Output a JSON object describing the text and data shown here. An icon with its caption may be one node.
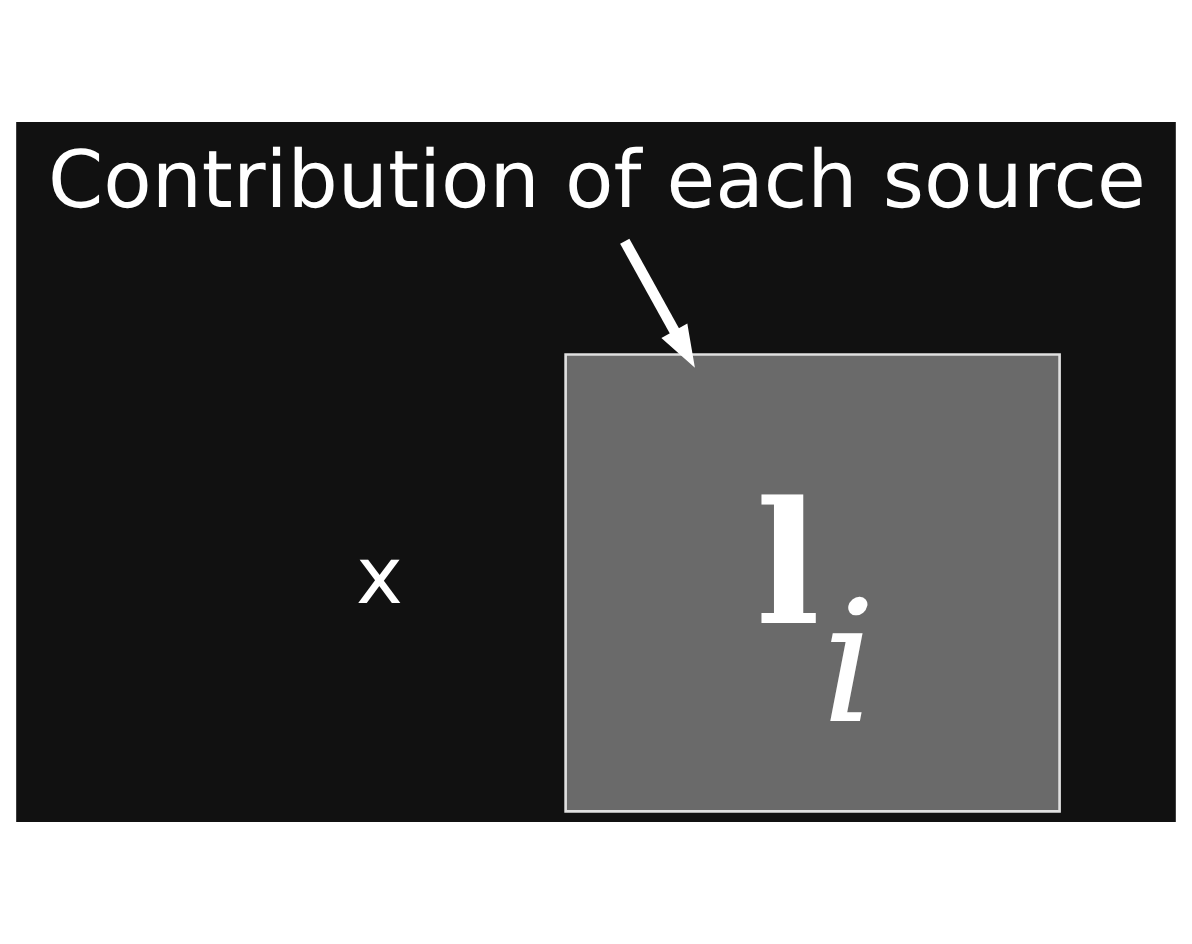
{
  "diagram": {
    "nodes": [
      {
        "text": [
          "Contribution of each source"
        ]
      },
      {
        "text": [
          "**l**$_{i}$"
        ]
      }
    ],
    "edges": [
      {
        "from": 0,
        "to": 1,
        "arrow": "to"
      }
    ],
    "labels": [
      "x"
    ]
  }
}
